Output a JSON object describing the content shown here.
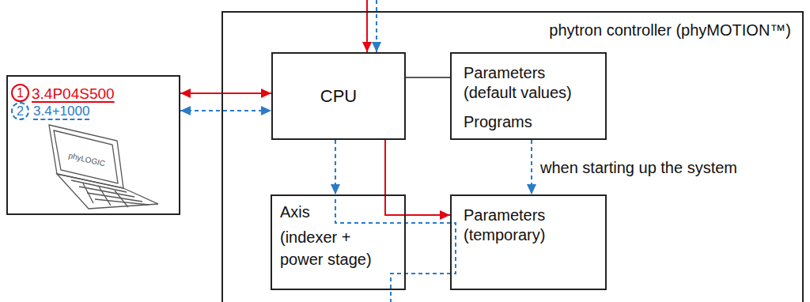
{
  "diagram": {
    "nodes": [
      {
        "text": [
          "phytron controller (phyMOTION™)"
        ]
      },
      {
        "text": [
          "CPU"
        ],
        "in": 0
      },
      {
        "text": [
          "Parameters (default values)",
          "Programs"
        ],
        "in": 0
      },
      {
        "text": [
          "Axis",
          "(indexer + power stage)"
        ],
        "in": 0
      },
      {
        "text": [
          "Parameters (temporary)"
        ],
        "in": 0
      },
      {
        "text": [
          "3.4P04S500",
          "3.4+1000"
        ]
      },
      {
        "text": [
          "1"
        ],
        "in": 5
      },
      {
        "text": [
          "2"
        ],
        "in": 5
      }
    ],
    "edges": [
      {
        "from": 5,
        "to": 1,
        "arrow": "both"
      },
      {
        "from": 5,
        "to": 1,
        "arrow": "both"
      },
      {
        "from": 1,
        "to": 2,
        "arrow": "none"
      },
      {
        "from": 1,
        "to": 3,
        "arrow": "to"
      },
      {
        "from": 1,
        "to": 4,
        "arrow": "to"
      },
      {
        "from": 2,
        "to": 4,
        "label": "when starting up the system",
        "arrow": "to"
      }
    ],
    "labels": [
      "phyLOGIC"
    ]
  }
}
